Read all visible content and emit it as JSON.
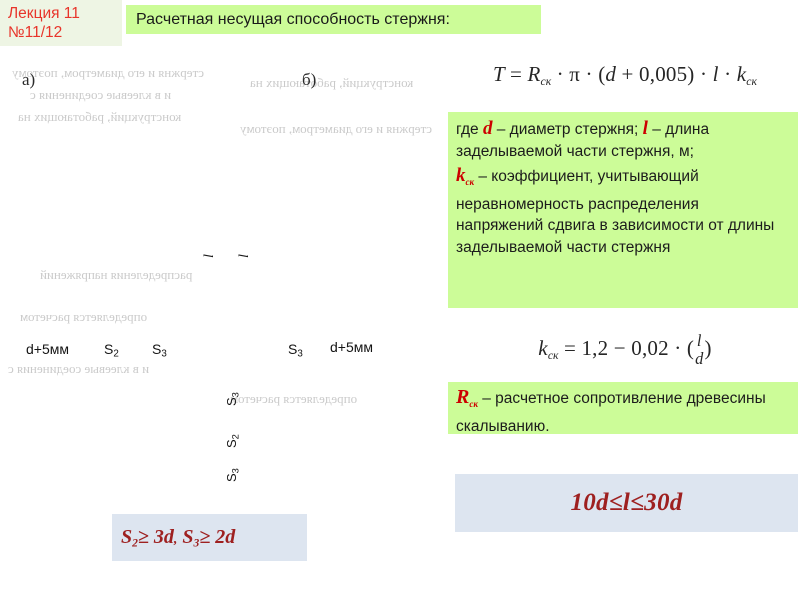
{
  "header": {
    "lecture_line1": "Лекция 11",
    "lecture_line2": "№11/12",
    "title": "Расчетная несущая способность стержня:"
  },
  "formulas": {
    "main": {
      "lhs": "T",
      "eq": "=",
      "r": "R",
      "r_sub": "ск",
      "rest_1": "· π · (",
      "d": "d",
      "plus": "+ 0,005",
      "rest_2": ") ·",
      "l": "l",
      "dot": "·",
      "k": "k",
      "k_sub": "ск",
      "full_text": "T = Rск · π · (d + 0,005) · l · kск"
    },
    "k_sk": {
      "k": "k",
      "k_sub": "ск",
      "eq": "= 1,2 − 0,02 · (",
      "num": "l",
      "den": "d",
      "close": ")",
      "full_text": "kск = 1,2 − 0,02 · ( l / d )"
    }
  },
  "legend": {
    "line1_pre": "где ",
    "var_d": "d",
    "line1_mid": " – диаметр стержня; ",
    "var_l": "l",
    "line1_end": " – длина",
    "line2": "заделываемой части стержня, м;",
    "var_k": "k",
    "var_k_sub": "ск",
    "line3_end": " – коэффициент, учитывающий",
    "line4": "неравномерность распределения",
    "line5": "напряжений сдвига в зависимости",
    "line6": "от длины заделываемой части",
    "line7": "стержня"
  },
  "resistance": {
    "var_r": "R",
    "var_r_sub": "ск",
    "text_line1": " – расчетное  сопротивление",
    "text_line2": "древесины скалыванию."
  },
  "boxes": {
    "range_condition": "10d≤l≤30d",
    "spacing_s2_label": "S",
    "spacing_s2_sub": "2",
    "spacing_s2_val": "≥ 3d",
    "spacing_sep": ",",
    "spacing_s3_label": "S",
    "spacing_s3_sub": "3",
    "spacing_s3_val": "≥ 2d"
  },
  "diagram": {
    "panel_a": "а)",
    "panel_b": "б)",
    "dim_d5_left": "d+5мм",
    "dim_s2_left": "S",
    "dim_s2_left_sub": "2",
    "dim_s3_left": "S",
    "dim_s3_left_sub": "3",
    "dim_s3_right": "S",
    "dim_s3_right_sub": "3",
    "dim_d5_right": "d+5мм",
    "vert_s3_top": "S",
    "vert_s3_top_sub": "3",
    "vert_s2_mid": "S",
    "vert_s2_mid_sub": "2",
    "vert_s3_bot": "S",
    "vert_s3_bot_sub": "3",
    "length_mark_left": "l",
    "length_mark_right": "l",
    "ghost_lines": [
      "стержня и его диаметром, поэтому",
      "и в клеевые соединения с",
      "конструкций, работающих на",
      "распределения напряжений",
      "определяется расчетом"
    ]
  },
  "colors": {
    "green_block": "#ccfc98",
    "header_green": "#eef5e4",
    "blue_box": "#dde5f0",
    "red_text": "#e8342a",
    "dark_red": "#9e2020",
    "variable_red": "#cc0000"
  }
}
